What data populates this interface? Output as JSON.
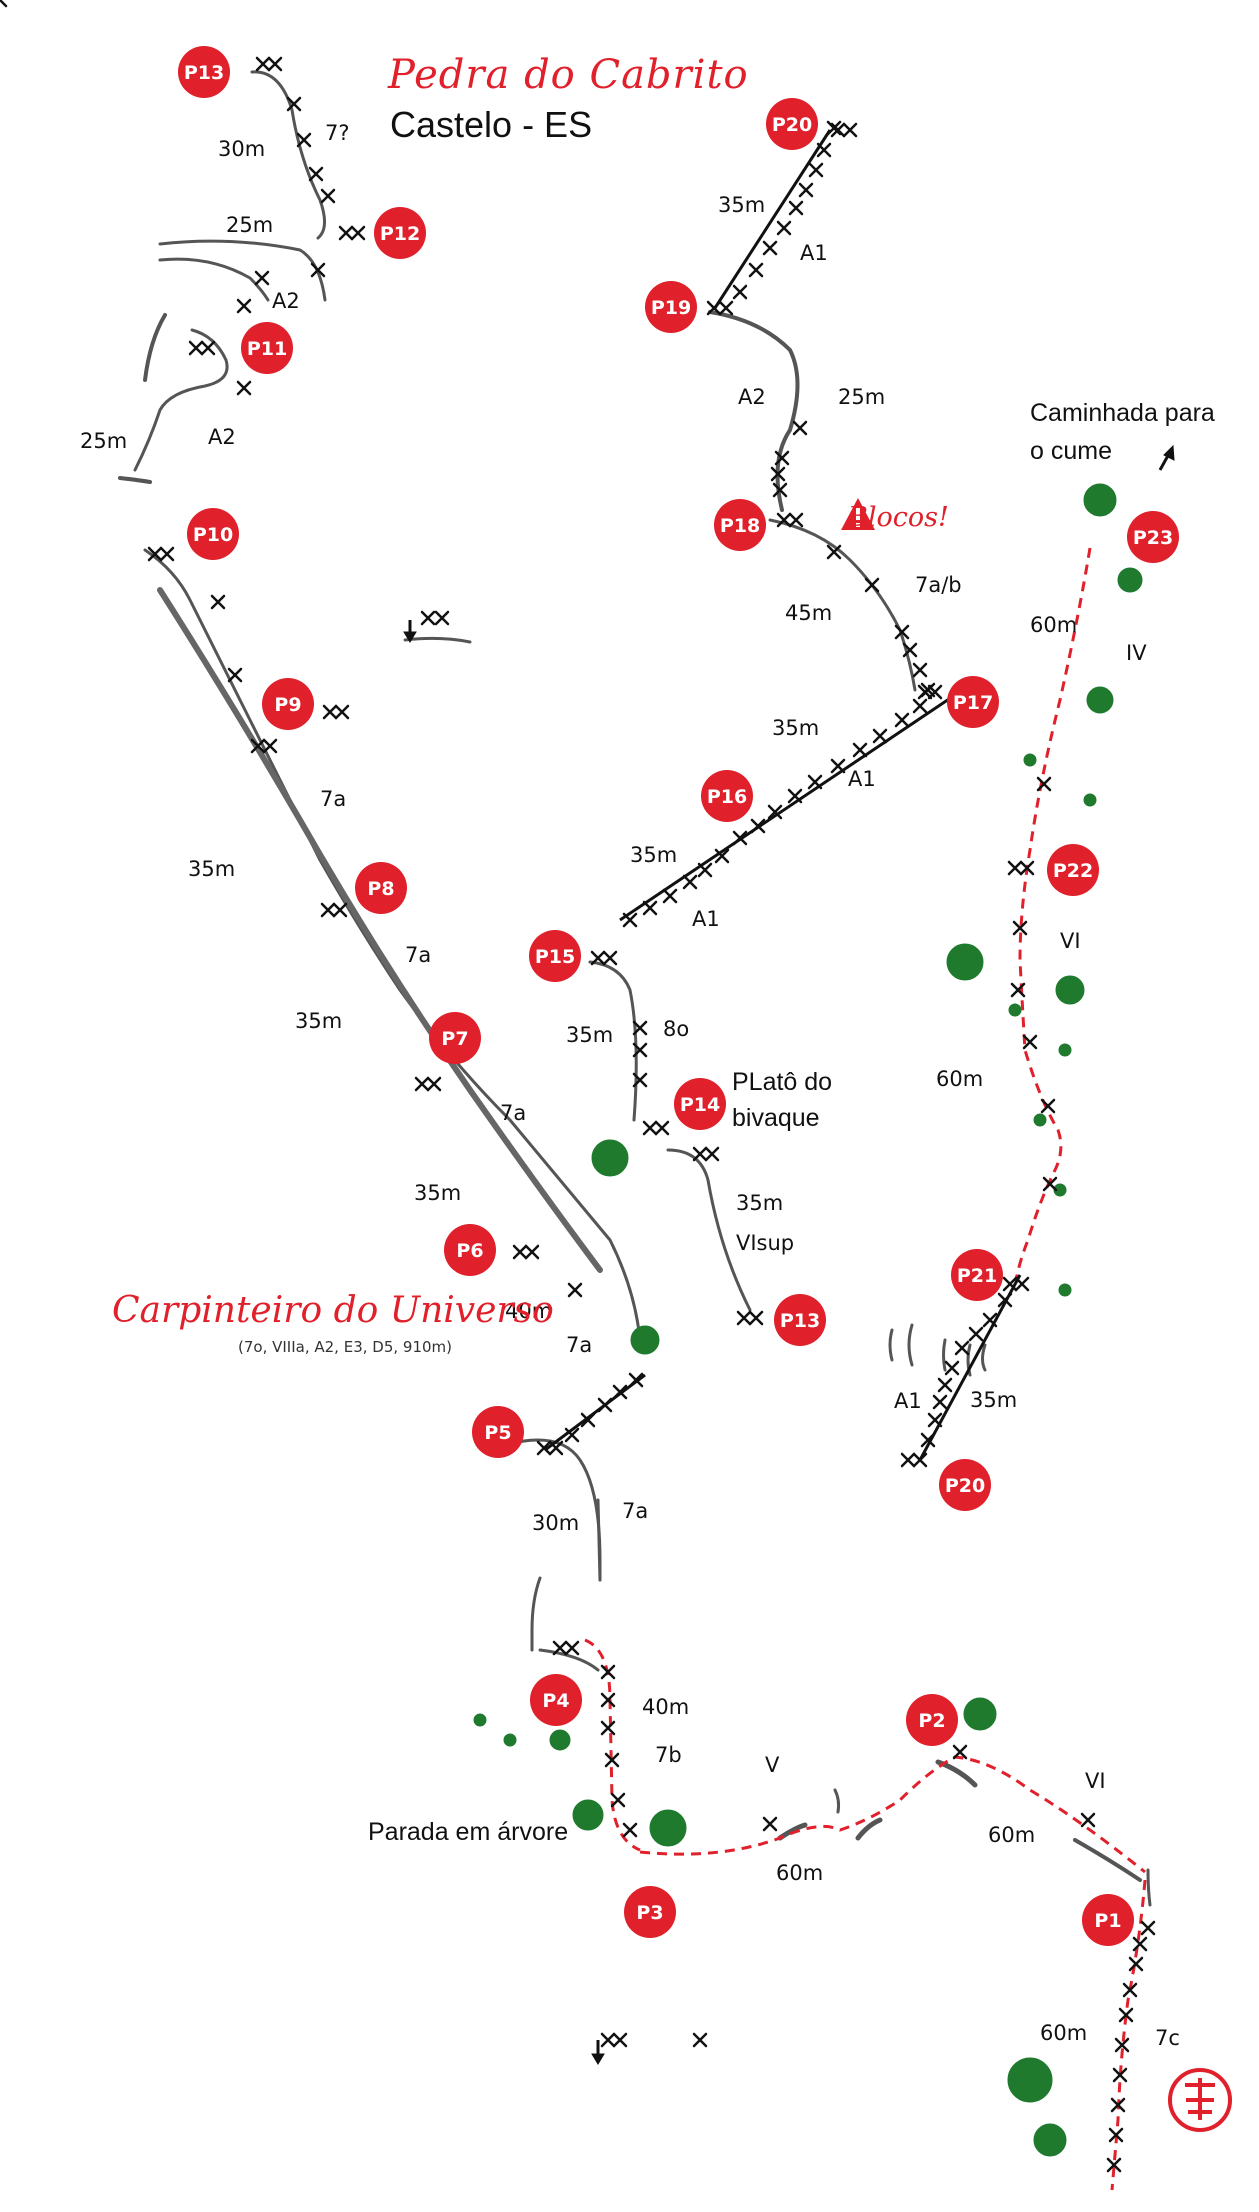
{
  "title": "Pedra do Cabrito",
  "subtitle": "Castelo - ES",
  "route": {
    "name": "Carpinteiro do Universo",
    "grade": "(7o, VIIIa, A2, E3, D5, 910m)"
  },
  "notes": {
    "plato": [
      "PLatô do",
      "bivaque"
    ],
    "parada": "Parada em árvore",
    "caminhada": [
      "Caminhada para",
      "o cume"
    ],
    "blocos": "Blocos!"
  },
  "stations": [
    "P1",
    "P2",
    "P3",
    "P4",
    "P5",
    "P6",
    "P7",
    "P8",
    "P9",
    "P10",
    "P11",
    "P12",
    "P13",
    "P13",
    "P14",
    "P15",
    "P16",
    "P17",
    "P18",
    "P19",
    "P20",
    "P20",
    "P21",
    "P22",
    "P23"
  ],
  "pitch_labels": [
    "60m",
    "7c",
    "60m",
    "VI",
    "V",
    "60m",
    "40m",
    "7b",
    "30m",
    "7a",
    "40m",
    "7a",
    "35m",
    "7a",
    "35m",
    "7a",
    "35m",
    "7a",
    "25m",
    "A2",
    "25m",
    "A2",
    "30m",
    "7?",
    "35m",
    "8o",
    "35m",
    "VIsup",
    "35m",
    "A1",
    "35m",
    "A1",
    "45m",
    "7a/b",
    "25m",
    "A2",
    "35m",
    "A1",
    "35m",
    "A1",
    "60m",
    "VI",
    "60m",
    "IV"
  ],
  "colors": {
    "accent": "#e0202b",
    "vegetation": "#1f7a2e",
    "rock": "#555555",
    "bolt": "#111111"
  }
}
